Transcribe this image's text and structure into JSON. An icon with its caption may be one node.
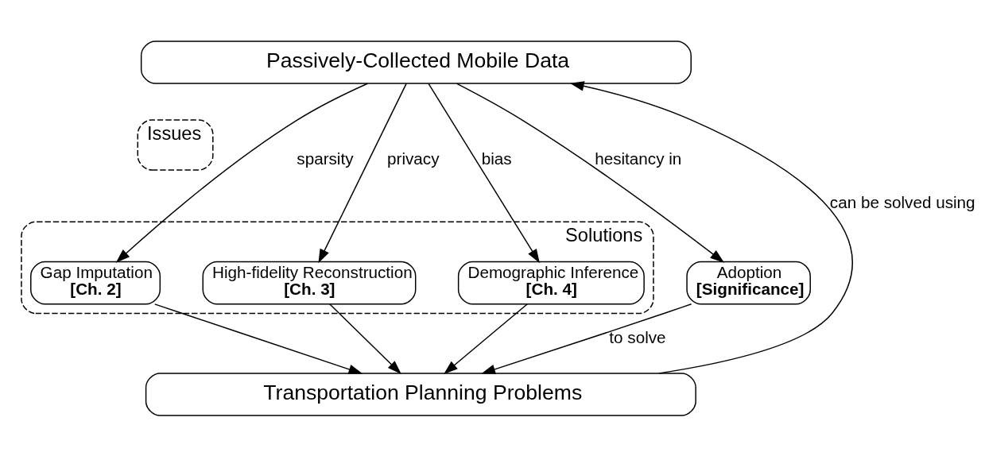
{
  "diagram": {
    "nodes": [
      {
        "text": [
          "Passively-Collected Mobile Data"
        ]
      },
      {
        "text": [
          "Issues"
        ]
      },
      {
        "text": [
          "Solutions"
        ]
      },
      {
        "text": [
          "Gap Imputation",
          "[Ch. 2]"
        ],
        "in": 2
      },
      {
        "text": [
          "High-fidelity Reconstruction",
          "[Ch. 3]"
        ],
        "in": 2
      },
      {
        "text": [
          "Demographic Inference",
          "[Ch. 4]"
        ],
        "in": 2
      },
      {
        "text": [
          "Adoption",
          "[Significance]"
        ]
      },
      {
        "text": [
          "Transportation Planning Problems"
        ]
      }
    ],
    "edges": [
      {
        "from": 0,
        "to": 3,
        "arrow": "to",
        "label": "sparsity"
      },
      {
        "from": 0,
        "to": 4,
        "arrow": "to",
        "label": "privacy"
      },
      {
        "from": 0,
        "to": 5,
        "arrow": "to",
        "label": "bias"
      },
      {
        "from": 3,
        "to": 7,
        "arrow": "to"
      },
      {
        "from": 4,
        "to": 7,
        "arrow": "to"
      },
      {
        "from": 5,
        "to": 7,
        "arrow": "to"
      },
      {
        "from": 0,
        "to": 6,
        "arrow": "to",
        "label": "hesitancy in"
      },
      {
        "from": 6,
        "to": 7,
        "arrow": "to",
        "label": "to solve"
      },
      {
        "from": 7,
        "to": 0,
        "arrow": "to",
        "label": "can be solved using"
      }
    ]
  }
}
